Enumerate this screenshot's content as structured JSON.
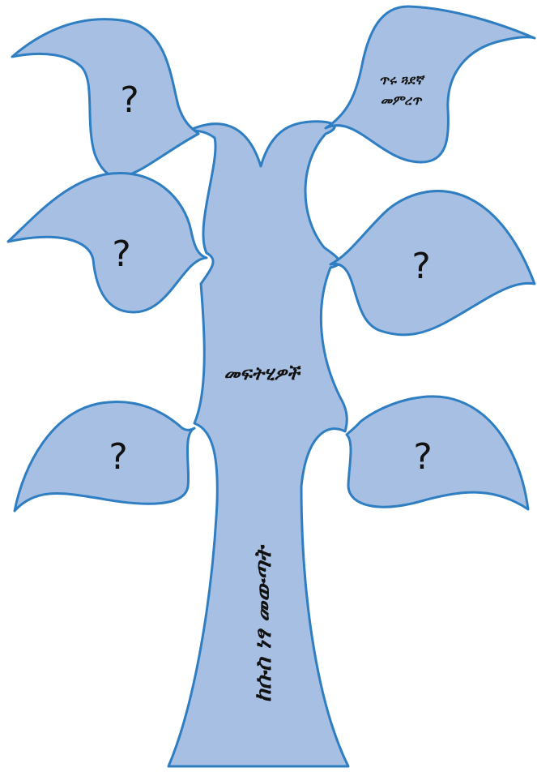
{
  "diagram": {
    "trunk_label": "ከሱስ ነፃ መውጣት",
    "center_label": "መፍትሂዎች",
    "branches": [
      {
        "id": "top-left",
        "text": "?"
      },
      {
        "id": "top-right",
        "text": "ጥሩ ጓደኛ መምረጥ"
      },
      {
        "id": "mid-left",
        "text": "?"
      },
      {
        "id": "mid-right",
        "text": "?"
      },
      {
        "id": "low-left",
        "text": "?"
      },
      {
        "id": "low-right",
        "text": "?"
      }
    ],
    "top_right_lines": [
      "ጥሩ ጓደኛ",
      "መምረጥ"
    ]
  },
  "colors": {
    "fill": "#a7bfe3",
    "stroke": "#2f7ec2",
    "text": "#111111"
  }
}
